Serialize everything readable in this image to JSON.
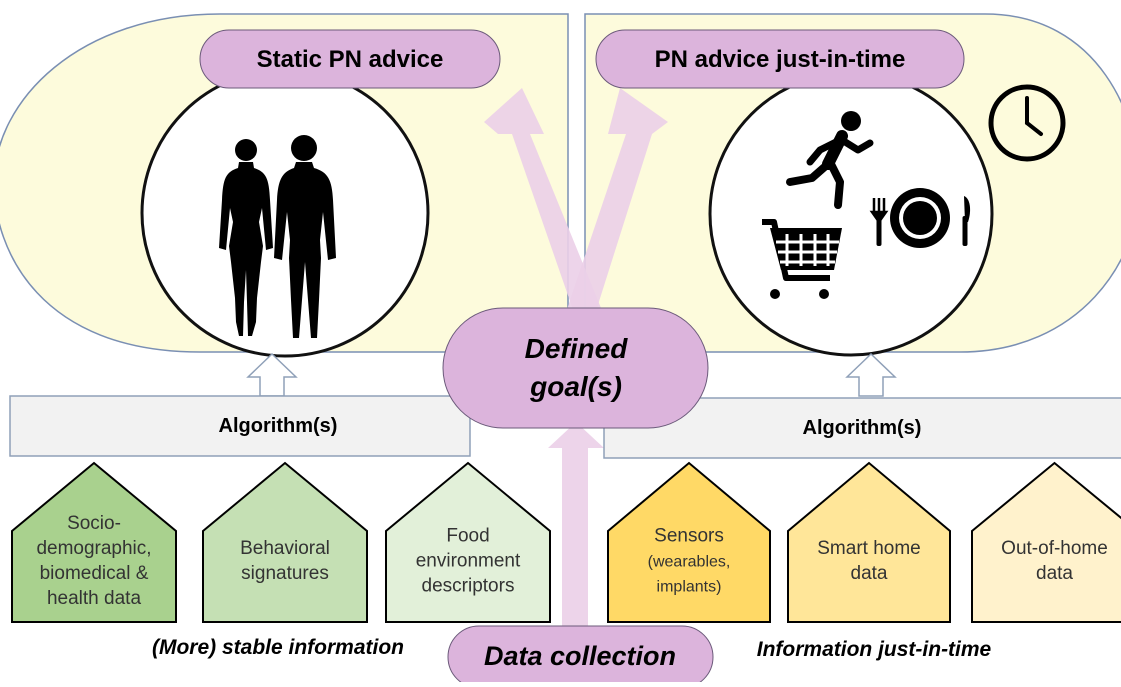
{
  "colors": {
    "panel_fill": "#fdfbdc",
    "panel_stroke": "#7a8fb3",
    "pill_fill": "#dcb4dc",
    "pill_stroke": "#6b5a7a",
    "arrow": "#ebcfe8",
    "bar_fill": "#f2f2f2",
    "bar_stroke": "#8fa0b8",
    "house_green_dark": "#a9d18e",
    "house_green_mid": "#c5e0b4",
    "house_green_light": "#e2f0d9",
    "house_yellow_dark": "#ffd966",
    "house_yellow_mid": "#ffe699",
    "house_yellow_light": "#fff2cc"
  },
  "advice": {
    "static_label": "Static PN advice",
    "jit_label": "PN advice just-in-time"
  },
  "goal": {
    "line1": "Defined",
    "line2": "goal(s)"
  },
  "algorithms": {
    "left_label": "Algorithm(s)",
    "right_label": "Algorithm(s)"
  },
  "sources": {
    "stable": [
      {
        "lines": [
          "Socio-",
          "demographic,",
          "biomedical &",
          "health data"
        ]
      },
      {
        "lines": [
          "Behavioral",
          "signatures"
        ]
      },
      {
        "lines": [
          "Food",
          "environment",
          "descriptors"
        ]
      }
    ],
    "jit": [
      {
        "lines": [
          "Sensors",
          "(wearables,",
          "implants)"
        ]
      },
      {
        "lines": [
          "Smart home",
          "data"
        ]
      },
      {
        "lines": [
          "Out-of-home",
          "data"
        ]
      }
    ]
  },
  "footer": {
    "stable_caption": "(More) stable information",
    "data_collection": "Data collection",
    "jit_caption": "Information just-in-time"
  },
  "icons": {
    "left_circle": [
      "female-silhouette-icon",
      "male-silhouette-icon"
    ],
    "right_circle": [
      "running-person-icon",
      "shopping-cart-icon",
      "plate-cutlery-icon"
    ],
    "corner": "clock-icon"
  }
}
